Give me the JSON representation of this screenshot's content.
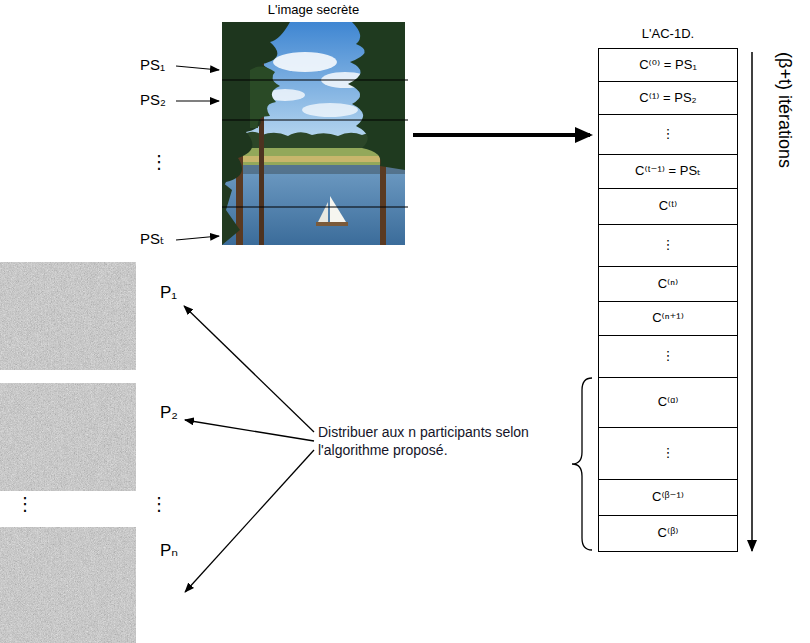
{
  "diagram": {
    "nodes": [
      {
        "text": [
          "L'image secrète"
        ]
      },
      {
        "text": [
          "L'AC-1D."
        ]
      },
      {
        "text": [
          "C⁽⁰⁾ = PS₁"
        ],
        "in": 1
      },
      {
        "text": [
          "C⁽¹⁾ = PS₂"
        ],
        "in": 1
      },
      {
        "text": [
          "⋮"
        ],
        "in": 1
      },
      {
        "text": [
          "C⁽ᵗ⁻¹⁾ = PSₜ"
        ],
        "in": 1
      },
      {
        "text": [
          "C⁽ᵗ⁾"
        ],
        "in": 1
      },
      {
        "text": [
          "⋮"
        ],
        "in": 1
      },
      {
        "text": [
          "C⁽ⁿ⁾"
        ],
        "in": 1
      },
      {
        "text": [
          "C⁽ⁿ⁺¹⁾"
        ],
        "in": 1
      },
      {
        "text": [
          "⋮"
        ],
        "in": 1
      },
      {
        "text": [
          "C⁽ᵅ⁾"
        ],
        "in": 1
      },
      {
        "text": [
          "⋮"
        ],
        "in": 1
      },
      {
        "text": [
          "C⁽ᵝ⁻¹⁾"
        ],
        "in": 1
      },
      {
        "text": [
          "C⁽ᵝ⁾"
        ],
        "in": 1
      },
      {
        "text": [
          "Distribuer aux n participants selon l'algorithme proposé."
        ]
      },
      {
        "text": [
          "P₁"
        ]
      },
      {
        "text": [
          "P₂"
        ]
      },
      {
        "text": [
          "Pₙ"
        ]
      }
    ],
    "edges": [
      {
        "from": 0,
        "to": 1,
        "arrow": "to"
      },
      {
        "from": 15,
        "to": 16,
        "arrow": "to"
      },
      {
        "from": 15,
        "to": 17,
        "arrow": "to"
      },
      {
        "from": 15,
        "to": 18,
        "arrow": "to"
      }
    ],
    "labels": [
      "PS₁",
      "PS₂",
      "⋮",
      "PSₜ",
      "(β+t) itérations",
      "⋮",
      "⋮"
    ]
  }
}
